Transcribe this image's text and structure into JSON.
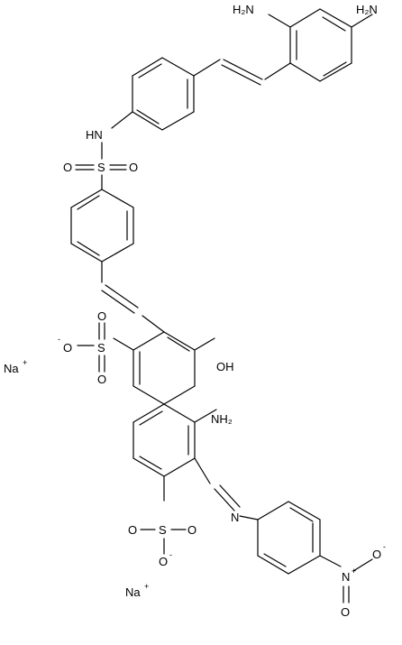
{
  "labels": {
    "nh2_top_left": "H₂N",
    "nh2_top_right": "H₂N",
    "sulfonamide_nh": "HN",
    "sulfonamide_s": "S",
    "sulfonamide_o_left": "O",
    "sulfonamide_o_right": "O",
    "na_1": "Na",
    "na_1_charge": "+",
    "so3_upper_o_neg": "O",
    "so3_upper_o_neg_charge": "-",
    "so3_upper_s": "S",
    "so3_upper_o_a": "O",
    "so3_upper_o_b": "O",
    "hydroxy": "OH",
    "amino_naph": "NH₂",
    "na_2": "Na",
    "na_2_charge": "+",
    "so3_lower_s": "S",
    "so3_lower_o_a": "O",
    "so3_lower_o_b": "O",
    "so3_lower_o_neg": "O",
    "so3_lower_o_neg_charge": "-",
    "azo_n": "N",
    "nitro_n": "N",
    "nitro_n_charge": "+",
    "nitro_o_single": "O",
    "nitro_o_single_charge": "-",
    "nitro_o_double": "O"
  }
}
